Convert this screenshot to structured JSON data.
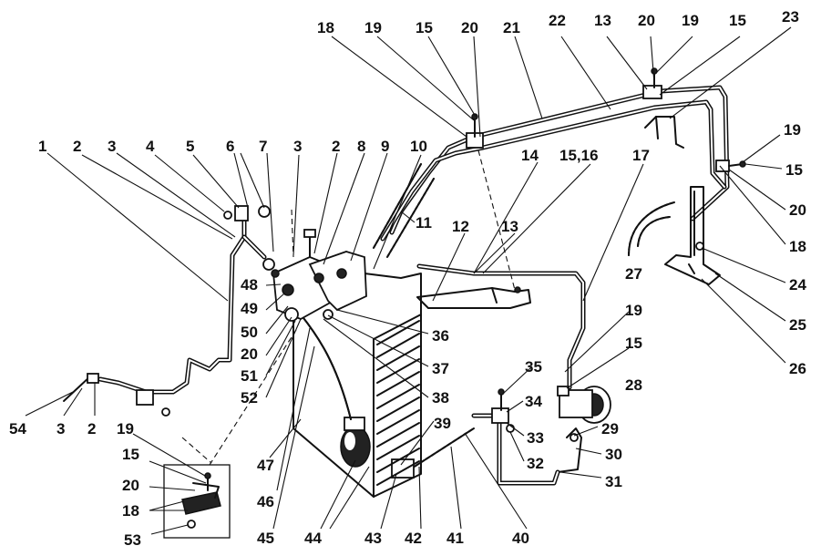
{
  "callouts": [
    {
      "id": "c-1",
      "text": "1"
    },
    {
      "id": "c-2a",
      "text": "2"
    },
    {
      "id": "c-3a",
      "text": "3"
    },
    {
      "id": "c-4",
      "text": "4"
    },
    {
      "id": "c-5",
      "text": "5"
    },
    {
      "id": "c-6",
      "text": "6"
    },
    {
      "id": "c-7",
      "text": "7"
    },
    {
      "id": "c-3b",
      "text": "3"
    },
    {
      "id": "c-2b",
      "text": "2"
    },
    {
      "id": "c-8",
      "text": "8"
    },
    {
      "id": "c-9",
      "text": "9"
    },
    {
      "id": "c-10",
      "text": "10"
    },
    {
      "id": "c-11",
      "text": "11"
    },
    {
      "id": "c-18a",
      "text": "18"
    },
    {
      "id": "c-19a",
      "text": "19"
    },
    {
      "id": "c-15a",
      "text": "15"
    },
    {
      "id": "c-20a",
      "text": "20"
    },
    {
      "id": "c-21",
      "text": "21"
    },
    {
      "id": "c-22",
      "text": "22"
    },
    {
      "id": "c-13a",
      "text": "13"
    },
    {
      "id": "c-20b",
      "text": "20"
    },
    {
      "id": "c-19b",
      "text": "19"
    },
    {
      "id": "c-15b",
      "text": "15"
    },
    {
      "id": "c-23",
      "text": "23"
    },
    {
      "id": "c-19c",
      "text": "19"
    },
    {
      "id": "c-15c",
      "text": "15"
    },
    {
      "id": "c-20c",
      "text": "20"
    },
    {
      "id": "c-18b",
      "text": "18"
    },
    {
      "id": "c-14",
      "text": "14"
    },
    {
      "id": "c-1516",
      "text": "15,16"
    },
    {
      "id": "c-17",
      "text": "17"
    },
    {
      "id": "c-12",
      "text": "12"
    },
    {
      "id": "c-13b",
      "text": "13"
    },
    {
      "id": "c-27",
      "text": "27"
    },
    {
      "id": "c-24",
      "text": "24"
    },
    {
      "id": "c-25",
      "text": "25"
    },
    {
      "id": "c-26",
      "text": "26"
    },
    {
      "id": "c-48",
      "text": "48"
    },
    {
      "id": "c-49",
      "text": "49"
    },
    {
      "id": "c-50",
      "text": "50"
    },
    {
      "id": "c-20d",
      "text": "20"
    },
    {
      "id": "c-51",
      "text": "51"
    },
    {
      "id": "c-52",
      "text": "52"
    },
    {
      "id": "c-36",
      "text": "36"
    },
    {
      "id": "c-37",
      "text": "37"
    },
    {
      "id": "c-38",
      "text": "38"
    },
    {
      "id": "c-39",
      "text": "39"
    },
    {
      "id": "c-19d",
      "text": "19"
    },
    {
      "id": "c-15d",
      "text": "15"
    },
    {
      "id": "c-28",
      "text": "28"
    },
    {
      "id": "c-35",
      "text": "35"
    },
    {
      "id": "c-34",
      "text": "34"
    },
    {
      "id": "c-33",
      "text": "33"
    },
    {
      "id": "c-32",
      "text": "32"
    },
    {
      "id": "c-29",
      "text": "29"
    },
    {
      "id": "c-30",
      "text": "30"
    },
    {
      "id": "c-31",
      "text": "31"
    },
    {
      "id": "c-54",
      "text": "54"
    },
    {
      "id": "c-3c",
      "text": "3"
    },
    {
      "id": "c-2c",
      "text": "2"
    },
    {
      "id": "c-19e",
      "text": "19"
    },
    {
      "id": "c-15e",
      "text": "15"
    },
    {
      "id": "c-20e",
      "text": "20"
    },
    {
      "id": "c-18c",
      "text": "18"
    },
    {
      "id": "c-53",
      "text": "53"
    },
    {
      "id": "c-47",
      "text": "47"
    },
    {
      "id": "c-46",
      "text": "46"
    },
    {
      "id": "c-45",
      "text": "45"
    },
    {
      "id": "c-44",
      "text": "44"
    },
    {
      "id": "c-43",
      "text": "43"
    },
    {
      "id": "c-42",
      "text": "42"
    },
    {
      "id": "c-41",
      "text": "41"
    },
    {
      "id": "c-40",
      "text": "40"
    }
  ]
}
